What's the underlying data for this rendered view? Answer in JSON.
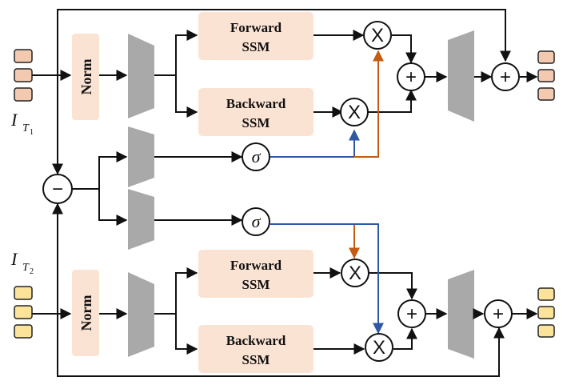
{
  "inputs": {
    "t1": {
      "label_main": "I",
      "label_sub": "T",
      "label_subsub": "1"
    },
    "t2": {
      "label_main": "I",
      "label_sub": "T",
      "label_subsub": "2"
    }
  },
  "blocks": {
    "norm": "Norm",
    "forward_ssm": [
      "Forward",
      "SSM"
    ],
    "backward_ssm": [
      "Backward",
      "SSM"
    ]
  },
  "operators": {
    "multiply": "X",
    "add": "+",
    "subtract": "−",
    "sigma": "σ"
  },
  "colors": {
    "token_t1": "#f3c9b0",
    "token_t2": "#fbe39a",
    "block_fill": "#fbe3d3",
    "trapezoid": "#a9a9a9",
    "orange_line": "#c55a11",
    "blue_line": "#2e58a4"
  }
}
